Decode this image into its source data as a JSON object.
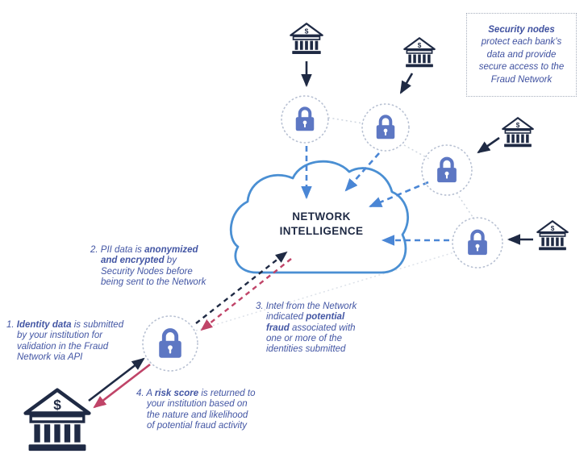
{
  "diagram": {
    "cloud_label": "NETWORK INTELLIGENCE",
    "bank_symbol": "$",
    "info_box": {
      "title": "Security nodes",
      "body": "protect each bank’s\ndata and provide\nsecure access to the\nFraud Network"
    },
    "steps": {
      "step1": {
        "pre": "1. ",
        "bold": "Identity data",
        "post": " is submitted\nby your institution for\nvalidation in the Fraud\nNetwork via API"
      },
      "step2": {
        "pre": "2. PII data is ",
        "bold": "anonymized\nand encrypted",
        "post": " by\nSecurity Nodes before\nbeing sent to the Network"
      },
      "step3": {
        "pre": "3. Intel from the Network\nindicated ",
        "bold": "potential\nfraud",
        "post": " associated with\none or more of the\nidentities submitted"
      },
      "step4": {
        "pre": "4. A ",
        "bold": "risk score",
        "post": " is returned to\nyour institution based on\nthe nature and likelihood\nof potential fraud activity"
      }
    },
    "icons": {
      "bank": "bank-building-icon",
      "security_node": "padlock-icon",
      "network": "cloud-icon"
    },
    "colors": {
      "navy": "#1f2a44",
      "lock_blue": "#5d77c3",
      "cloud_stroke": "#4a8fd3",
      "dashed_blue": "#4a86d5",
      "accent_red": "#c04468",
      "note_text": "#4356a4",
      "dotted_circle": "#b7c0d2"
    }
  }
}
